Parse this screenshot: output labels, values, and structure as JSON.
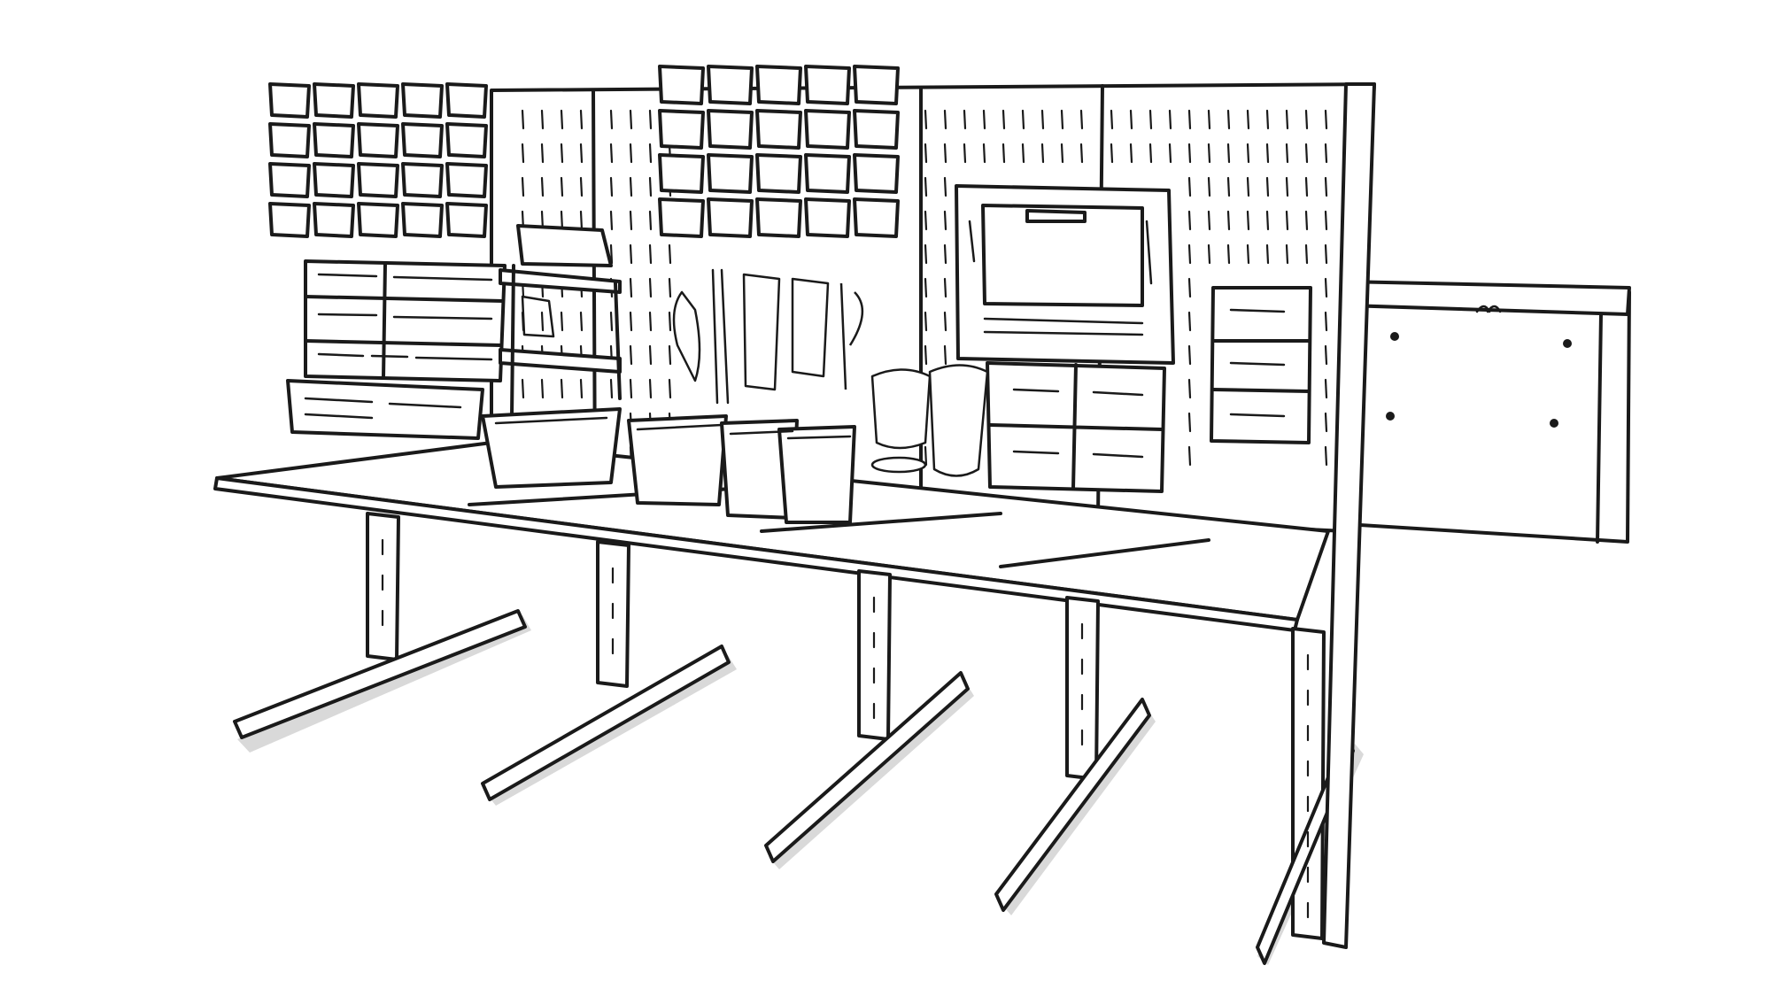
{
  "scene": {
    "subject": "workbench-sketch",
    "palette": {
      "ink": "#1a1a1a",
      "paper": "#ffffff",
      "shadow": "#d9d9d9"
    },
    "bench_sections": 4,
    "legs": 5,
    "pegboard_panels": 5,
    "tubs_on_bench": 4
  }
}
